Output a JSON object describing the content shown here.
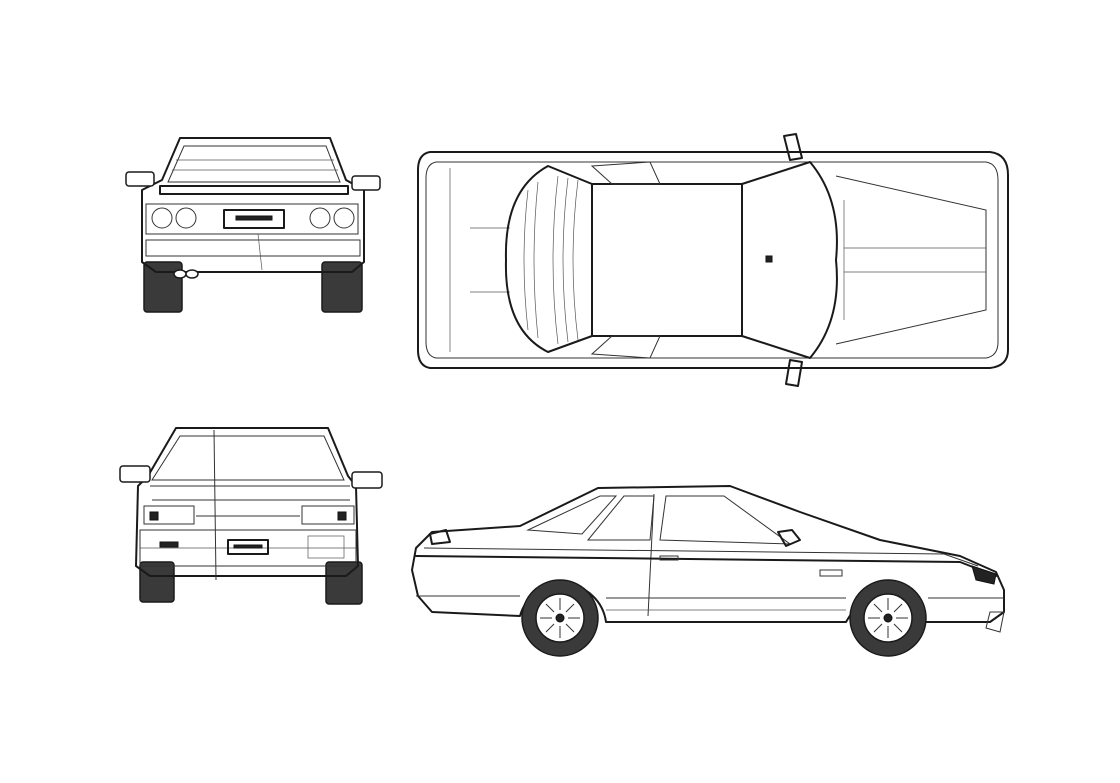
{
  "views": {
    "rear": "rear-view",
    "top": "top-view",
    "front": "front-view",
    "side": "side-view"
  },
  "colors": {
    "line": "#1a1a1a",
    "tire": "#3a3a3a",
    "background": "#ffffff"
  }
}
